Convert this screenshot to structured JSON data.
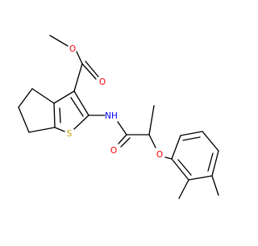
{
  "molecule": {
    "atom_colors": {
      "C": "#000000",
      "O": "#ff0000",
      "N": "#0000ff",
      "S": "#c8a000"
    },
    "labels": {
      "ester_carbonyl_o": "O",
      "ester_methoxy_o": "O",
      "amide_nh": "NH",
      "thiophene_s": "S",
      "amide_carbonyl_o": "O",
      "ether_o": "O"
    }
  }
}
